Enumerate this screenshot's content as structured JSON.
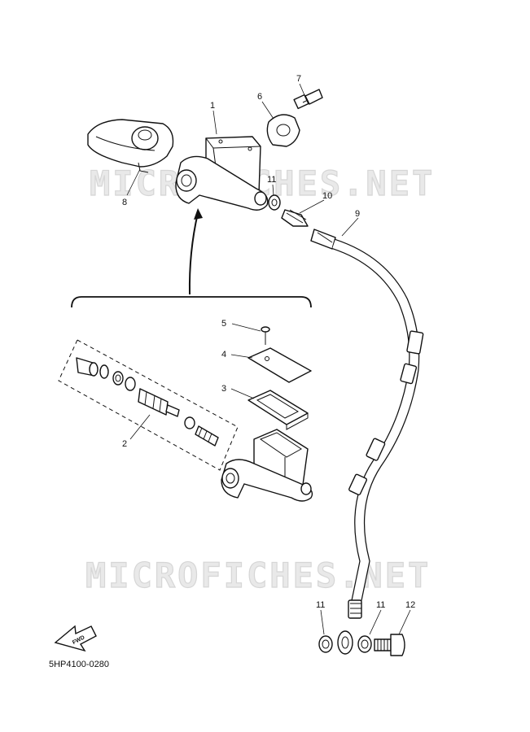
{
  "watermark_top": "MICROFICHES.NET",
  "watermark_bottom": "MICROFICHES.NET",
  "diagram_code": "5HP4100-0280",
  "fwd_label": "FWD",
  "callouts": {
    "c1": "1",
    "c2": "2",
    "c3": "3",
    "c4": "4",
    "c5": "5",
    "c6": "6",
    "c7": "7",
    "c8": "8",
    "c9": "9",
    "c10": "10",
    "c11a": "11",
    "c11b": "11",
    "c11c": "11",
    "c12": "12"
  }
}
